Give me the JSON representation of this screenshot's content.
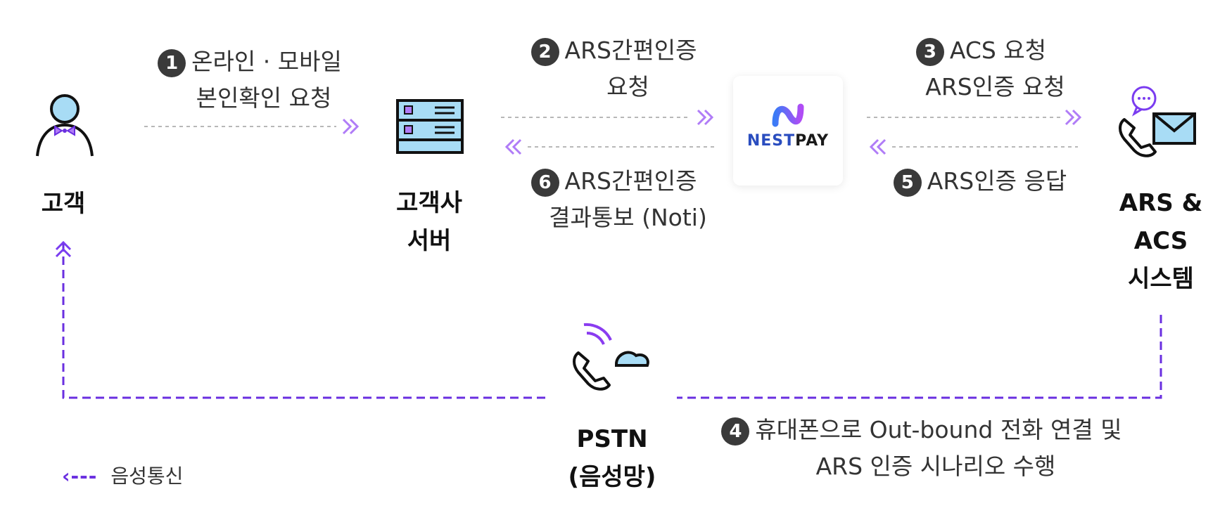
{
  "nodes": {
    "customer": "고객",
    "server_line1": "고객사",
    "server_line2": "서버",
    "ars_line1": "ARS &",
    "ars_line2": "ACS",
    "ars_line3": "시스템",
    "pstn_line1": "PSTN",
    "pstn_line2": "(음성망)"
  },
  "logo": {
    "text_nest": "NEST",
    "text_pay": "PAY"
  },
  "steps": {
    "s1": {
      "num": "1",
      "line1": "온라인 · 모바일",
      "line2": "본인확인 요청"
    },
    "s2": {
      "num": "2",
      "line1": "ARS간편인증",
      "line2": "요청"
    },
    "s3": {
      "num": "3",
      "line1": "ACS 요청",
      "line2": "ARS인증 요청"
    },
    "s4": {
      "num": "4",
      "line1": "휴대폰으로 Out-bound 전화 연결 및",
      "line2": "ARS 인증 시나리오 수행"
    },
    "s5": {
      "num": "5",
      "line1": "ARS인증 응답"
    },
    "s6": {
      "num": "6",
      "line1": "ARS간편인증",
      "line2": "결과통보 (Noti)"
    }
  },
  "legend": {
    "symbol": "‹---",
    "label": "음성통신"
  },
  "colors": {
    "accent": "#7a3cf0",
    "dotted": "#b8b8b8",
    "light_blue": "#a8dcf5",
    "logo_gradient_start": "#3b7bf6",
    "logo_gradient_end": "#b04cf5"
  }
}
